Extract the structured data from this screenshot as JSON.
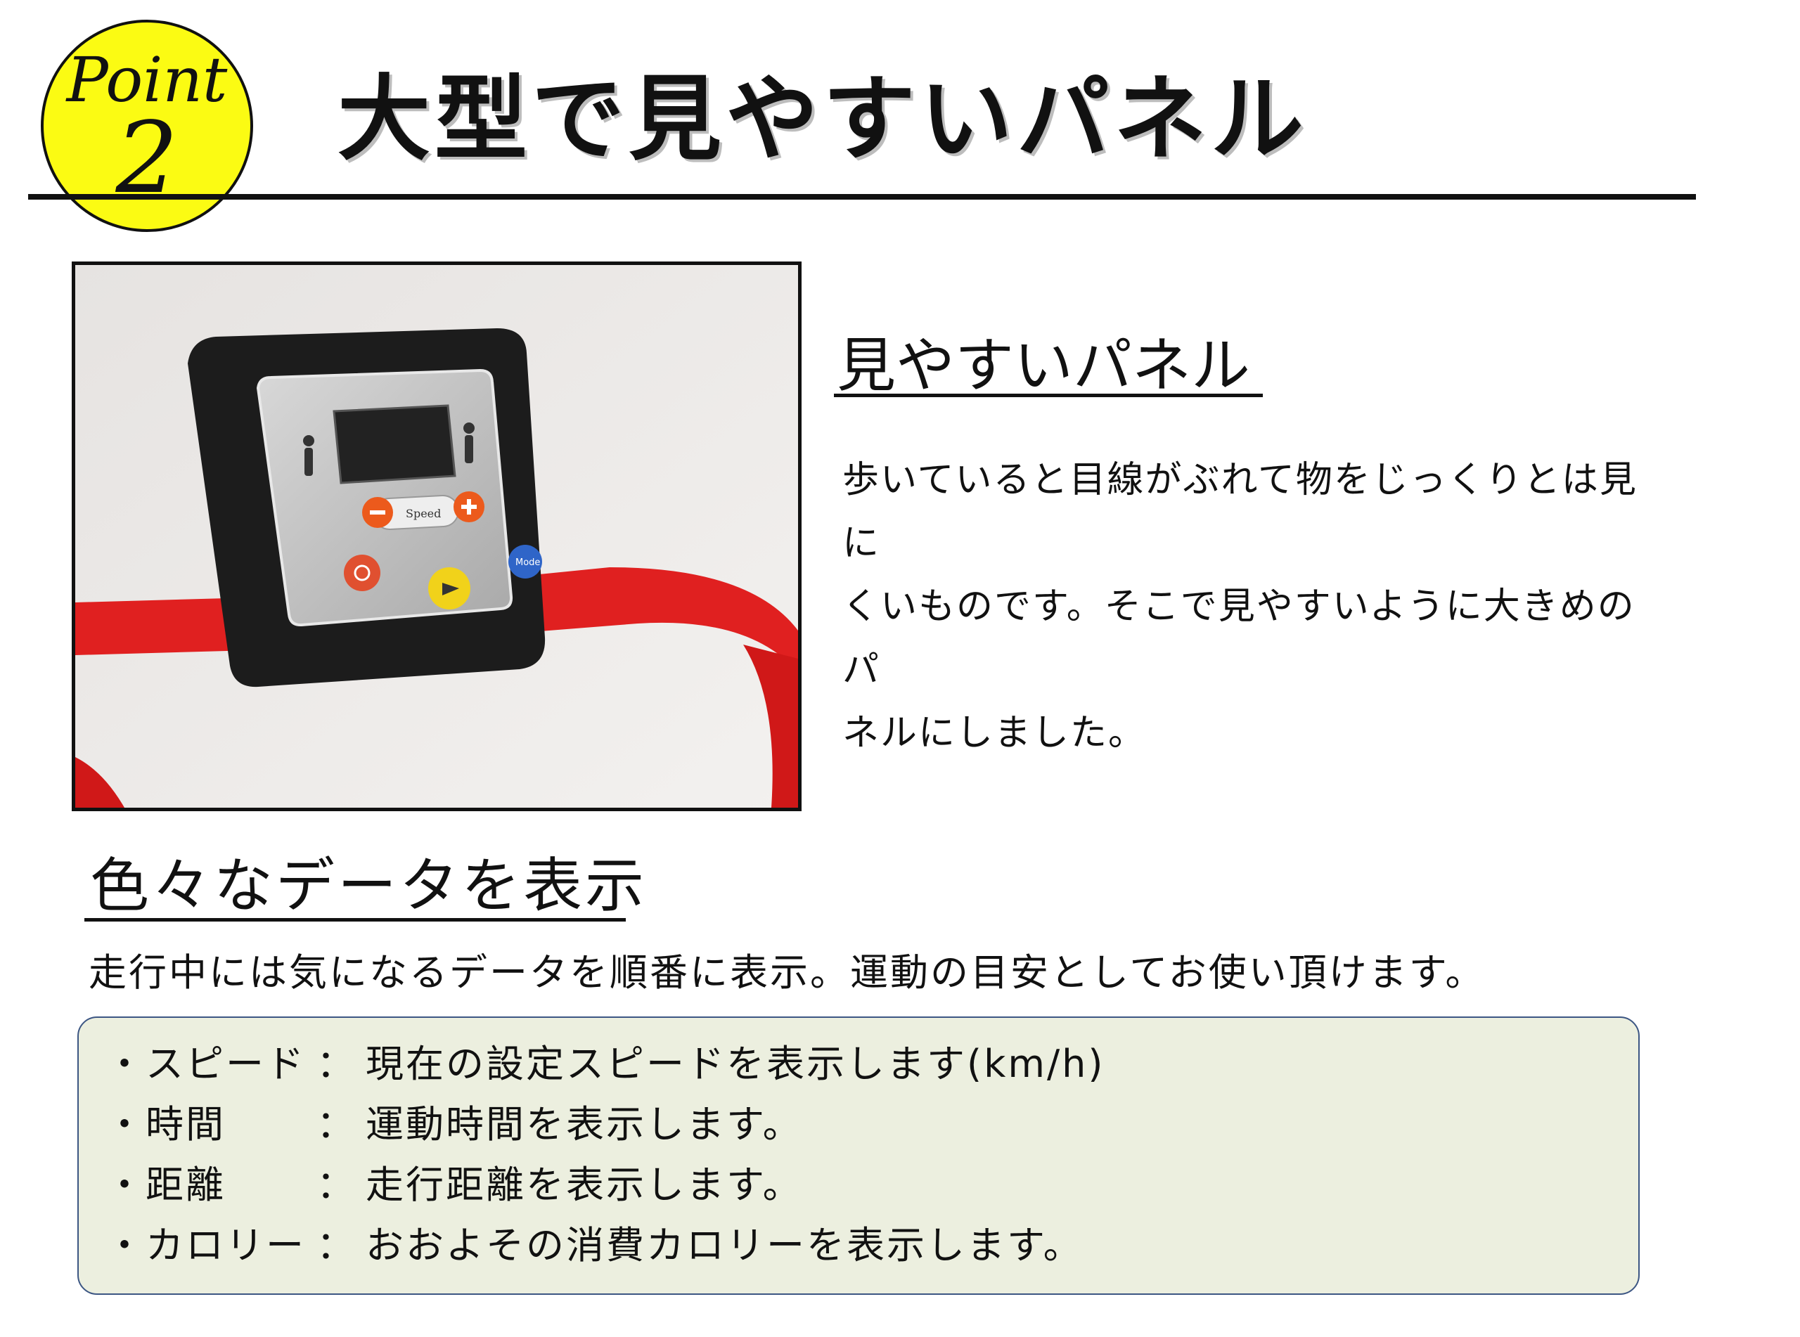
{
  "badge": {
    "word": "Point",
    "number": "2"
  },
  "header": {
    "title": "大型で見やすいパネル"
  },
  "photo": {
    "panel_label_speed": "Speed",
    "panel_label_mode": "Mode",
    "colors": {
      "frame_red": "#e02020",
      "panel_black": "#1c1c1c",
      "orange": "#ec5a1c",
      "yellow": "#f1d21a",
      "blue": "#2f65c8"
    }
  },
  "section1": {
    "title": "見やすいパネル",
    "lines": [
      "歩いていると目線がぶれて物をじっくりとは見に",
      "くいものです。そこで見やすいように大きめのパ",
      "ネルにしました。"
    ]
  },
  "section2": {
    "title": "色々なデータを表示",
    "description": "走行中には気になるデータを順番に表示。運動の目安としてお使い頂けます。"
  },
  "data_items": [
    {
      "label": "・スピード",
      "separator": "：",
      "value": "現在の設定スピードを表示します(km/h)"
    },
    {
      "label": "・時間",
      "separator": "：",
      "value": "運動時間を表示します。"
    },
    {
      "label": "・距離",
      "separator": "：",
      "value": "走行距離を表示します。"
    },
    {
      "label": "・カロリー",
      "separator": "：",
      "value": "おおよその消費カロリーを表示します。"
    }
  ]
}
